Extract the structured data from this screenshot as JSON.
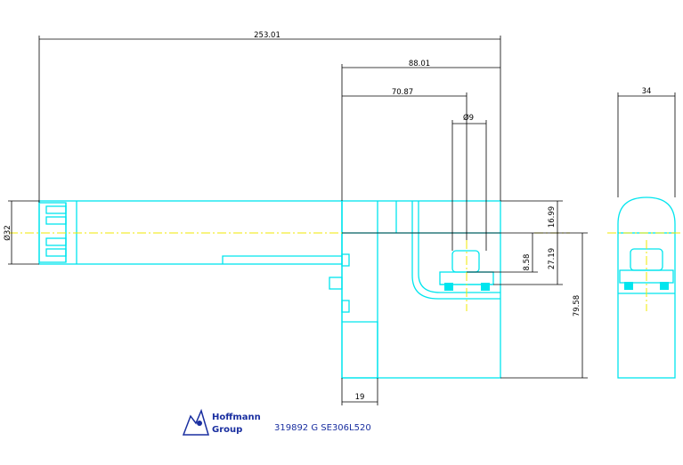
{
  "dimensions": {
    "overall_length": "253.01",
    "length_2": "88.01",
    "length_3": "70.87",
    "bore_dia": "Ø9",
    "shank_dia": "Ø32",
    "width": "34",
    "height_a": "16.99",
    "height_b": "27.19",
    "height_c": "8.58",
    "height_total": "79.58",
    "base_width": "19"
  },
  "logo": {
    "line1": "Hoffmann",
    "line2": "Group"
  },
  "part_number": "319892 G SE306L520",
  "colors": {
    "geometry": "#00e5ee",
    "dimension": "#000000",
    "centerline": "#f2e900",
    "logo": "#1a2fa0"
  }
}
